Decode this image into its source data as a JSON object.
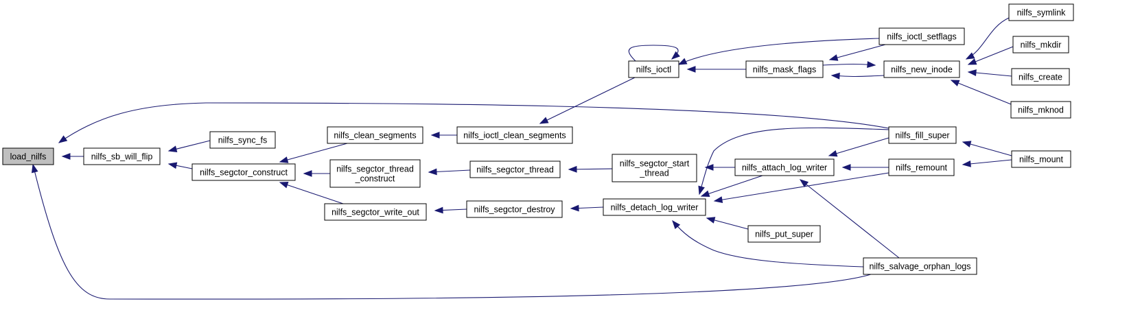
{
  "colors": {
    "edge": "#191970",
    "node_fill": "#ffffff",
    "root_fill": "#bfbfbf",
    "node_border": "#000000"
  },
  "nodes": [
    {
      "id": "load_nilfs",
      "label": "load_nilfs"
    },
    {
      "id": "nilfs_sb_will_flip",
      "label": "nilfs_sb_will_flip"
    },
    {
      "id": "nilfs_sync_fs",
      "label": "nilfs_sync_fs"
    },
    {
      "id": "nilfs_segctor_construct",
      "label": "nilfs_segctor_construct"
    },
    {
      "id": "nilfs_clean_segments",
      "label": "nilfs_clean_segments"
    },
    {
      "id": "nilfs_segctor_thread_construct",
      "label": "nilfs_segctor_thread\n_construct"
    },
    {
      "id": "nilfs_segctor_write_out",
      "label": "nilfs_segctor_write_out"
    },
    {
      "id": "nilfs_ioctl_clean_segments",
      "label": "nilfs_ioctl_clean_segments"
    },
    {
      "id": "nilfs_segctor_thread",
      "label": "nilfs_segctor_thread"
    },
    {
      "id": "nilfs_segctor_destroy",
      "label": "nilfs_segctor_destroy"
    },
    {
      "id": "nilfs_ioctl",
      "label": "nilfs_ioctl"
    },
    {
      "id": "nilfs_segctor_start_thread",
      "label": "nilfs_segctor_start\n_thread"
    },
    {
      "id": "nilfs_detach_log_writer",
      "label": "nilfs_detach_log_writer"
    },
    {
      "id": "nilfs_mask_flags",
      "label": "nilfs_mask_flags"
    },
    {
      "id": "nilfs_attach_log_writer",
      "label": "nilfs_attach_log_writer"
    },
    {
      "id": "nilfs_put_super",
      "label": "nilfs_put_super"
    },
    {
      "id": "nilfs_ioctl_setflags",
      "label": "nilfs_ioctl_setflags"
    },
    {
      "id": "nilfs_new_inode",
      "label": "nilfs_new_inode"
    },
    {
      "id": "nilfs_fill_super",
      "label": "nilfs_fill_super"
    },
    {
      "id": "nilfs_remount",
      "label": "nilfs_remount"
    },
    {
      "id": "nilfs_salvage_orphan_logs",
      "label": "nilfs_salvage_orphan_logs"
    },
    {
      "id": "nilfs_symlink",
      "label": "nilfs_symlink"
    },
    {
      "id": "nilfs_mkdir",
      "label": "nilfs_mkdir"
    },
    {
      "id": "nilfs_create",
      "label": "nilfs_create"
    },
    {
      "id": "nilfs_mknod",
      "label": "nilfs_mknod"
    },
    {
      "id": "nilfs_mount",
      "label": "nilfs_mount"
    }
  ],
  "edges": [
    {
      "from": "nilfs_sb_will_flip",
      "to": "load_nilfs"
    },
    {
      "from": "nilfs_fill_super",
      "to": "load_nilfs"
    },
    {
      "from": "nilfs_salvage_orphan_logs",
      "to": "load_nilfs"
    },
    {
      "from": "nilfs_sync_fs",
      "to": "nilfs_sb_will_flip"
    },
    {
      "from": "nilfs_segctor_construct",
      "to": "nilfs_sb_will_flip"
    },
    {
      "from": "nilfs_clean_segments",
      "to": "nilfs_segctor_construct"
    },
    {
      "from": "nilfs_segctor_thread_construct",
      "to": "nilfs_segctor_construct"
    },
    {
      "from": "nilfs_segctor_write_out",
      "to": "nilfs_segctor_construct"
    },
    {
      "from": "nilfs_ioctl_clean_segments",
      "to": "nilfs_clean_segments"
    },
    {
      "from": "nilfs_ioctl",
      "to": "nilfs_ioctl_clean_segments"
    },
    {
      "from": "nilfs_ioctl",
      "to": "nilfs_ioctl"
    },
    {
      "from": "nilfs_ioctl_setflags",
      "to": "nilfs_ioctl"
    },
    {
      "from": "nilfs_mask_flags",
      "to": "nilfs_ioctl"
    },
    {
      "from": "nilfs_ioctl_setflags",
      "to": "nilfs_mask_flags"
    },
    {
      "from": "nilfs_new_inode",
      "to": "nilfs_mask_flags"
    },
    {
      "from": "nilfs_mask_flags",
      "to": "nilfs_new_inode"
    },
    {
      "from": "nilfs_symlink",
      "to": "nilfs_new_inode"
    },
    {
      "from": "nilfs_mkdir",
      "to": "nilfs_new_inode"
    },
    {
      "from": "nilfs_create",
      "to": "nilfs_new_inode"
    },
    {
      "from": "nilfs_mknod",
      "to": "nilfs_new_inode"
    },
    {
      "from": "nilfs_segctor_thread",
      "to": "nilfs_segctor_thread_construct"
    },
    {
      "from": "nilfs_segctor_start_thread",
      "to": "nilfs_segctor_thread"
    },
    {
      "from": "nilfs_attach_log_writer",
      "to": "nilfs_segctor_start_thread"
    },
    {
      "from": "nilfs_segctor_destroy",
      "to": "nilfs_segctor_write_out"
    },
    {
      "from": "nilfs_detach_log_writer",
      "to": "nilfs_segctor_destroy"
    },
    {
      "from": "nilfs_fill_super",
      "to": "nilfs_detach_log_writer"
    },
    {
      "from": "nilfs_attach_log_writer",
      "to": "nilfs_detach_log_writer"
    },
    {
      "from": "nilfs_remount",
      "to": "nilfs_detach_log_writer"
    },
    {
      "from": "nilfs_put_super",
      "to": "nilfs_detach_log_writer"
    },
    {
      "from": "nilfs_salvage_orphan_logs",
      "to": "nilfs_detach_log_writer"
    },
    {
      "from": "nilfs_fill_super",
      "to": "nilfs_attach_log_writer"
    },
    {
      "from": "nilfs_remount",
      "to": "nilfs_attach_log_writer"
    },
    {
      "from": "nilfs_salvage_orphan_logs",
      "to": "nilfs_attach_log_writer"
    },
    {
      "from": "nilfs_mount",
      "to": "nilfs_fill_super"
    },
    {
      "from": "nilfs_mount",
      "to": "nilfs_remount"
    }
  ]
}
